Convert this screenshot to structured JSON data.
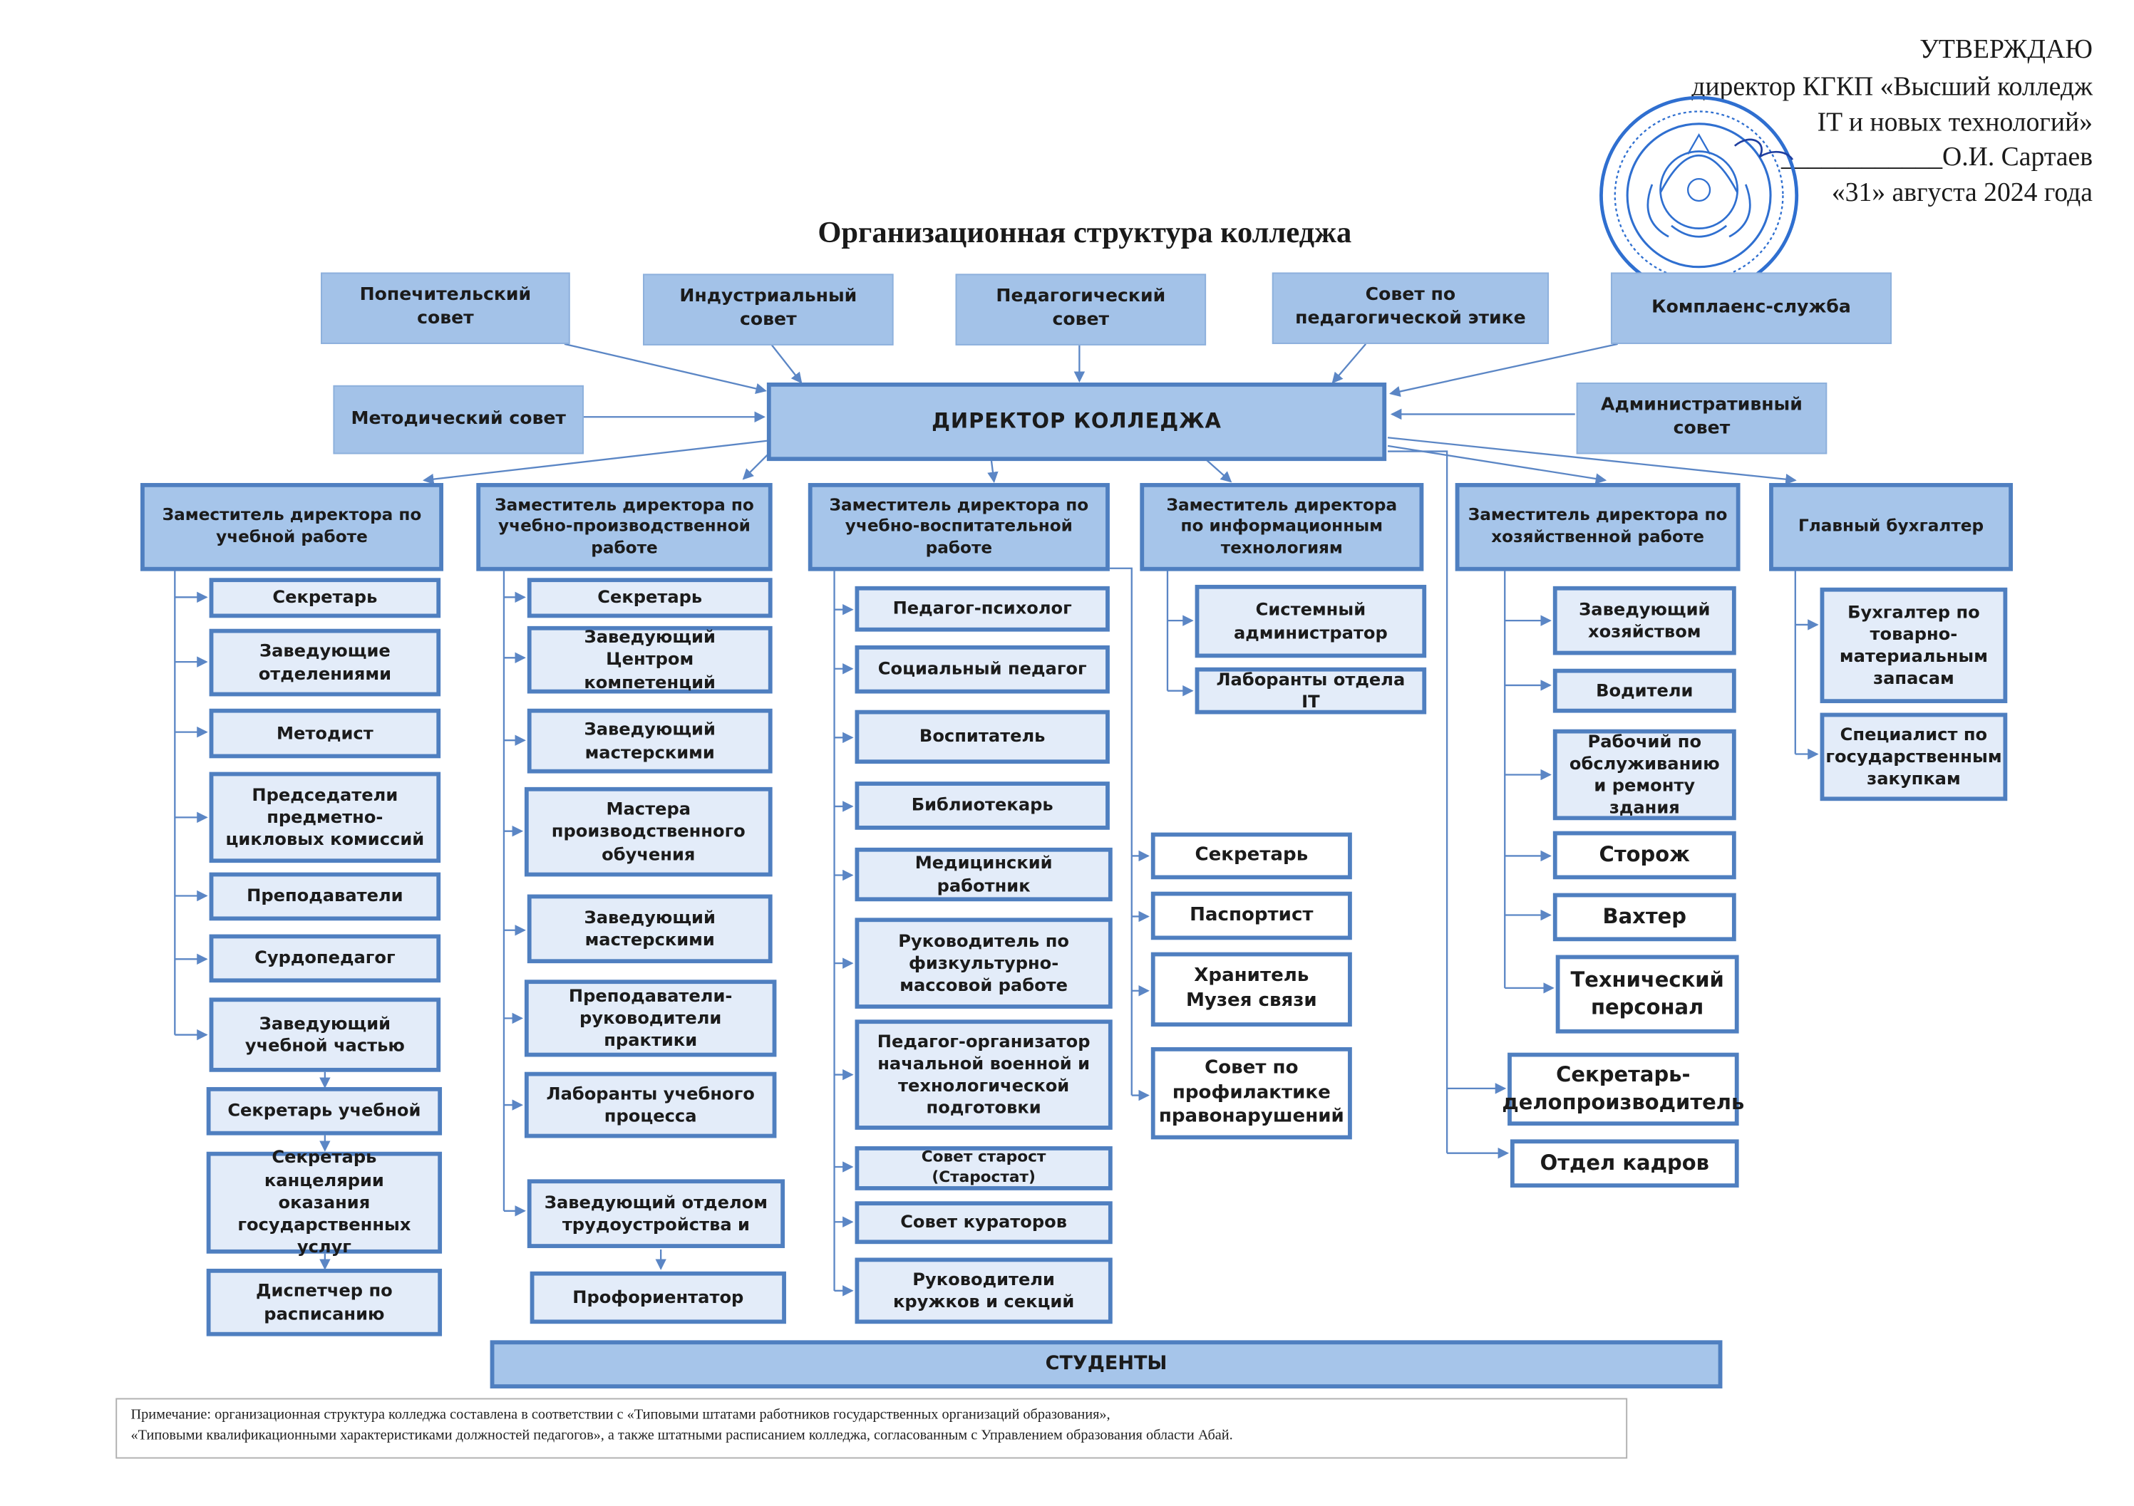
{
  "approval": {
    "line1": "УТВЕРЖДАЮ",
    "line2": "директор КГКП «Высший колледж",
    "line3": "IT и новых технологий»",
    "line4": "____________О.И. Сартаев",
    "line5": "«31» августа 2024 года"
  },
  "title": "Организационная структура колледжа",
  "top_councils": [
    "Попечительский совет",
    "Индустриальный совет",
    "Педагогический совет",
    "Совет по педагогической этике",
    "Комплаенс-служба"
  ],
  "side_councils": {
    "left": "Методический совет",
    "right": "Административный совет"
  },
  "director": "ДИРЕКТОР КОЛЛЕДЖА",
  "deputies": [
    "Заместитель директора по учебной работе",
    "Заместитель директора по учебно-производственной работе",
    "Заместитель директора по учебно-воспитательной работе",
    "Заместитель директора по информационным технологиям",
    "Заместитель директора по хозяйственной работе",
    "Главный бухгалтер"
  ],
  "col1": [
    "Секретарь",
    "Заведующие отделениями",
    "Методист",
    "Председатели предметно-цикловых комиссий",
    "Преподаватели",
    "Сурдопедагог",
    "Заведующий учебной частью",
    "Секретарь учебной",
    "Секретарь канцелярии оказания государственных услуг",
    "Диспетчер по расписанию"
  ],
  "col2": [
    "Секретарь",
    "Заведующий Центром компетенций",
    "Заведующий мастерскими",
    "Мастера производственного обучения",
    "Заведующий мастерскими",
    "Преподаватели-руководители практики",
    "Лаборанты учебного процесса",
    "Заведующий отделом трудоустройства и",
    "Профориентатор"
  ],
  "col3": [
    "Педагог-психолог",
    "Социальный педагог",
    "Воспитатель",
    "Библиотекарь",
    "Медицинский работник",
    "Руководитель по физкультурно-массовой работе",
    "Педагог-организатор начальной военной и технологической подготовки",
    "Совет старост (Старостат)",
    "Совет кураторов",
    "Руководители кружков и секций"
  ],
  "col3b": [
    "Секретарь",
    "Паспортист",
    "Хранитель Музея связи",
    "Совет по профилактике правонарушений"
  ],
  "col4": [
    "Системный администратор",
    "Лаборанты отдела IT"
  ],
  "col5": [
    "Заведующий хозяйством",
    "Водители",
    "Рабочий по обслуживанию и ремонту здания",
    "Сторож",
    "Вахтер",
    "Технический персонал"
  ],
  "col5b": [
    "Секретарь-делопроизводитель",
    "Отдел кадров"
  ],
  "col6": [
    "Бухгалтер по товарно-материальным запасам",
    "Специалист по государственным закупкам"
  ],
  "students": "СТУДЕНТЫ",
  "note": {
    "line1": "Примечание: организационная структура колледжа составлена в соответствии с «Типовыми штатами работников государственных организаций образования»,",
    "line2": "«Типовыми квалификационными характеристиками должностей педагогов», а также штатными расписанием колледжа, согласованным с Управлением образования области Абай."
  },
  "colors": {
    "box_fill": "#a6c5ea",
    "box_border": "#4f7fc0",
    "sub_fill": "#e3ecf9",
    "line": "#5b86c5",
    "seal": "#2f6fd0"
  }
}
